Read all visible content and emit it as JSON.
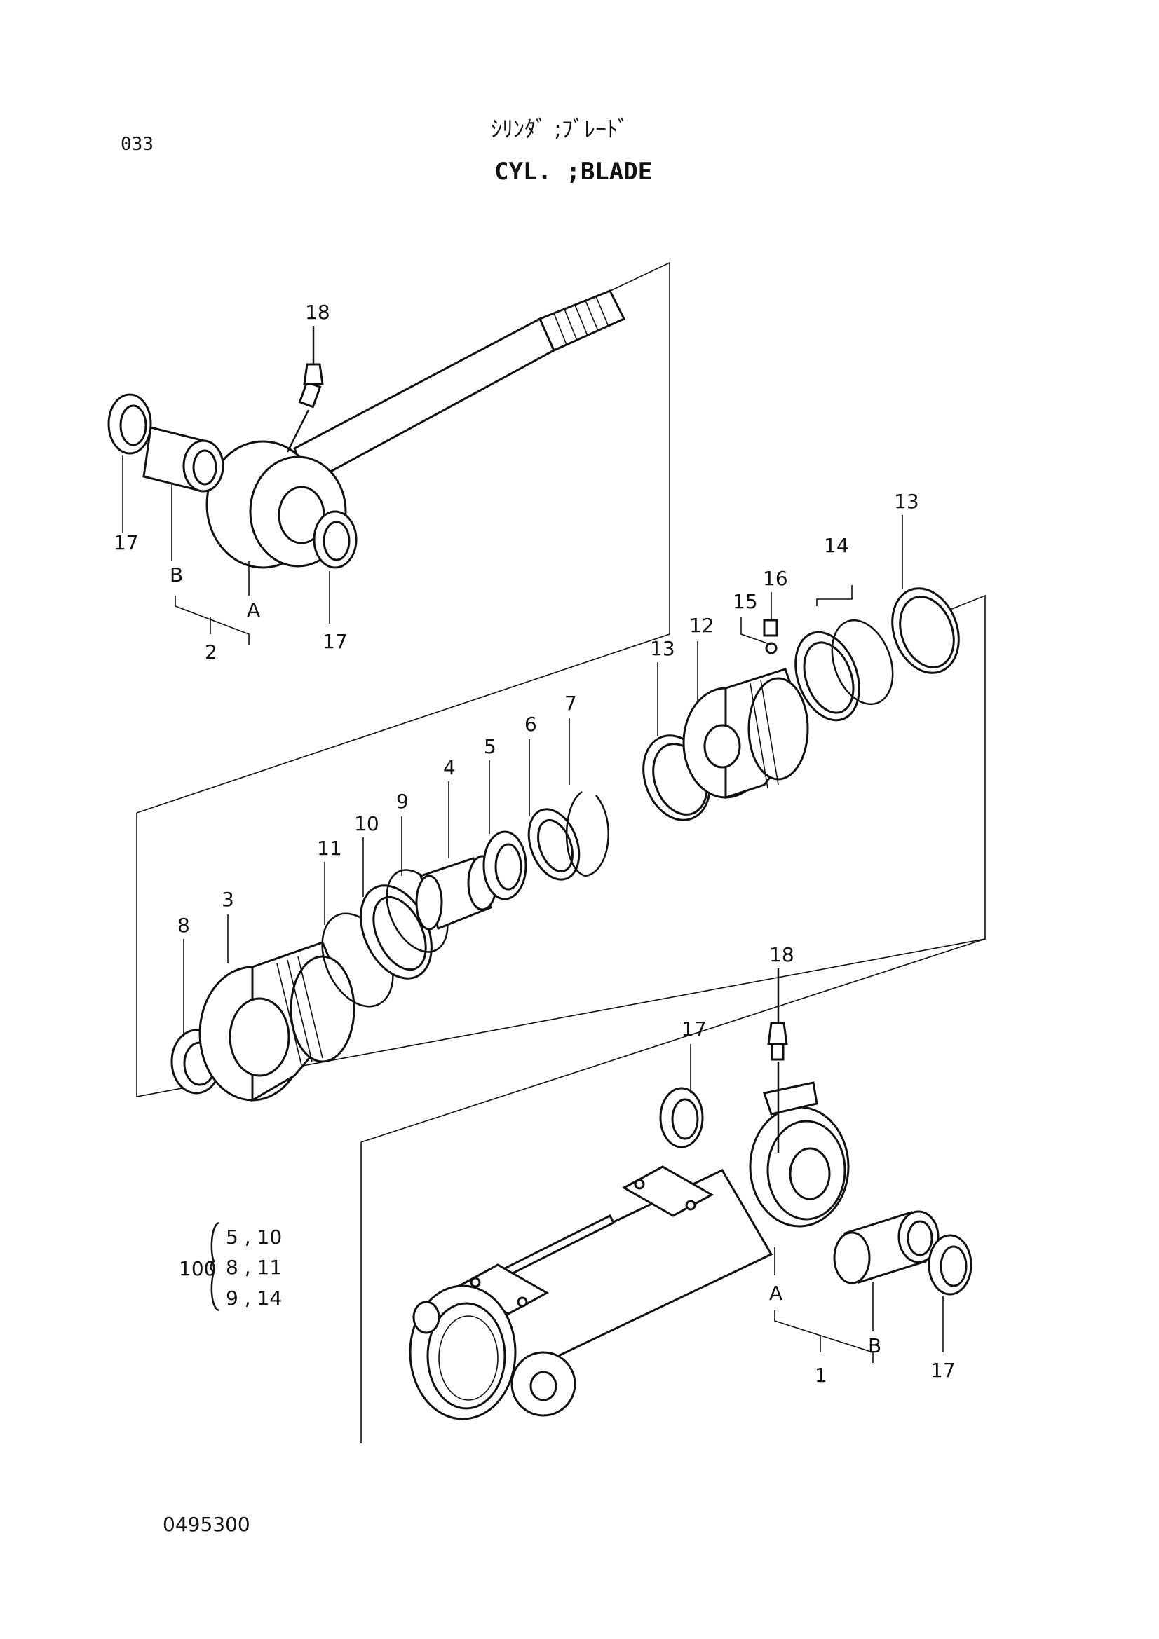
{
  "page": {
    "number": "033",
    "title_jp": "ｼﾘﾝﾀﾞ ;ﾌﾞﾚｰﾄﾞ",
    "title_en": "CYL. ;BLADE",
    "drawing_number": "0495300"
  },
  "callouts": {
    "rod_assembly": {
      "item_18": "18",
      "item_17_left": "17",
      "item_17_right": "17",
      "item_B": "B",
      "item_A": "A",
      "item_2": "2"
    },
    "inner_parts": {
      "item_3": "3",
      "item_4": "4",
      "item_5": "5",
      "item_6": "6",
      "item_7": "7",
      "item_8": "8",
      "item_9": "9",
      "item_10": "10",
      "item_11": "11",
      "item_12": "12",
      "item_13_left": "13",
      "item_13_right": "13",
      "item_14": "14",
      "item_15": "15",
      "item_16": "16"
    },
    "tube_assembly": {
      "item_18": "18",
      "item_17_left": "17",
      "item_17_right": "17",
      "item_A": "A",
      "item_B": "B",
      "item_1": "1"
    }
  },
  "seal_kit": {
    "kit_number": "100",
    "rows": [
      "5 , 10",
      "8 , 11",
      "9 , 14"
    ]
  }
}
